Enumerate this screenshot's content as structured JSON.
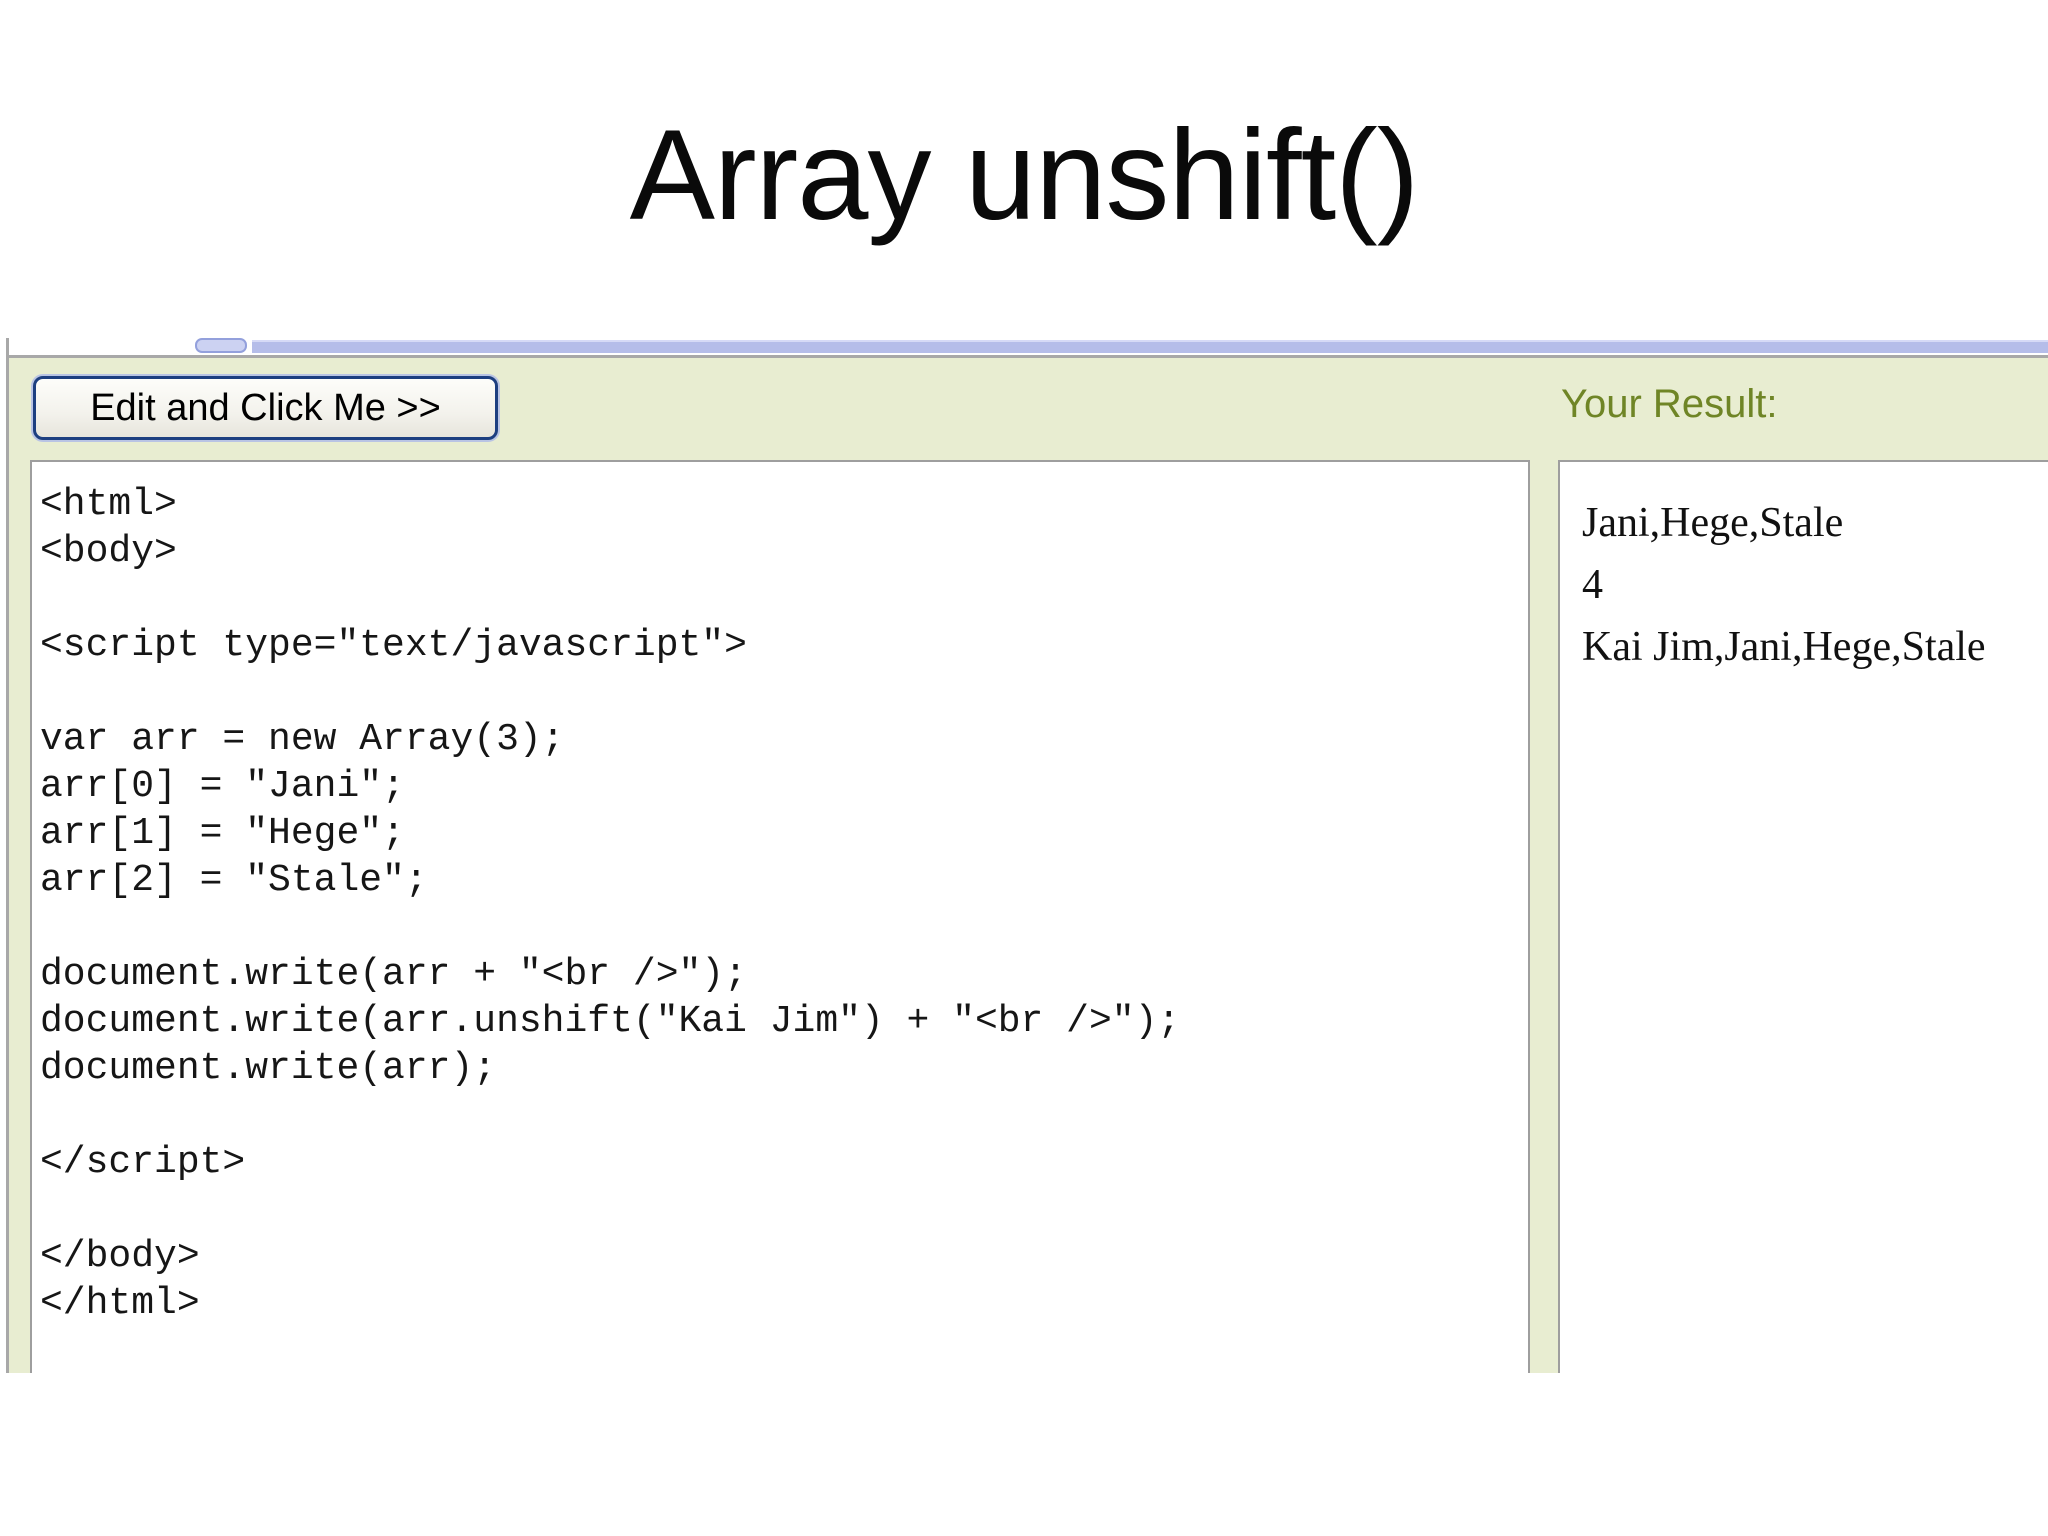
{
  "slide": {
    "title": "Array unshift()"
  },
  "tryit": {
    "button_label": "Edit and Click Me >>",
    "result_label": "Your Result:",
    "code_lines": [
      "<html>",
      "<body>",
      "",
      "<script type=\"text/javascript\">",
      "",
      "var arr = new Array(3);",
      "arr[0] = \"Jani\";",
      "arr[1] = \"Hege\";",
      "arr[2] = \"Stale\";",
      "",
      "document.write(arr + \"<br />\");",
      "document.write(arr.unshift(\"Kai Jim\") + \"<br />\");",
      "document.write(arr);",
      "",
      "</scr",
      "",
      "</body>",
      "</html>"
    ],
    "result_lines": [
      "Jani,Hege,Stale",
      "4",
      "Kai Jim,Jani,Hege,Stale"
    ],
    "colors": {
      "panel_bg": "#e8edd1",
      "result_label_text": "#6f8526",
      "button_border": "#1d3f80",
      "chrome_bar": "#b5bde9",
      "panel_border": "#9e9e9e"
    }
  }
}
